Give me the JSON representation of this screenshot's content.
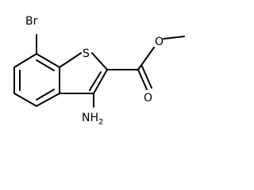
{
  "molecule": {
    "atoms": {
      "bromine": "Br",
      "sulfur": "S",
      "carbonyl_oxygen": "O",
      "ester_oxygen": "O",
      "amine": "NH",
      "amine_subscript": "2"
    }
  }
}
